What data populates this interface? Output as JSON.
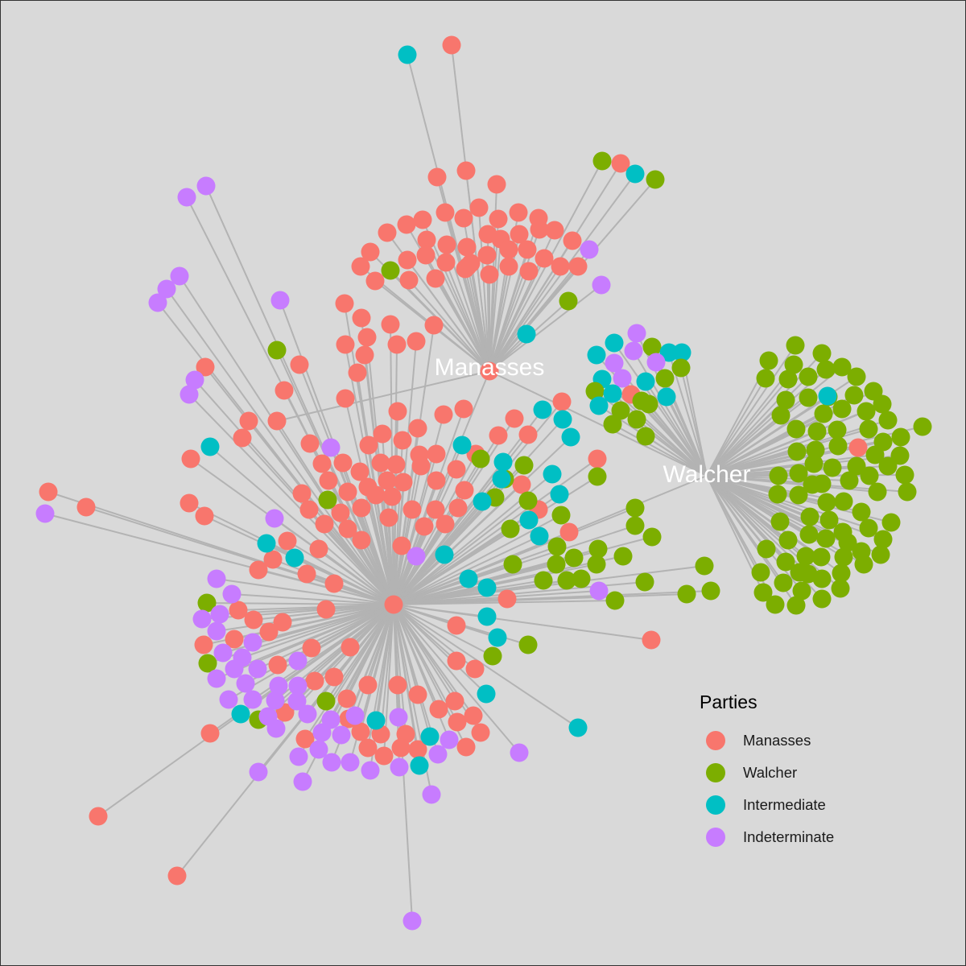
{
  "diagram": {
    "legend": {
      "title": "Parties",
      "items": [
        {
          "key": "manasses",
          "label": "Manasses",
          "color": "#F8766D"
        },
        {
          "key": "walcher",
          "label": "Walcher",
          "color": "#7CAE00"
        },
        {
          "key": "intermediate",
          "label": "Intermediate",
          "color": "#00BFC4"
        },
        {
          "key": "indeterminate",
          "label": "Indeterminate",
          "color": "#C77CFF"
        }
      ]
    },
    "hubs": [
      {
        "id": "manasses-hub",
        "label": "Manasses"
      },
      {
        "id": "walcher-hub",
        "label": "Walcher"
      }
    ],
    "edge_color": "#b3b3b3",
    "background": "#d9d9d9"
  }
}
